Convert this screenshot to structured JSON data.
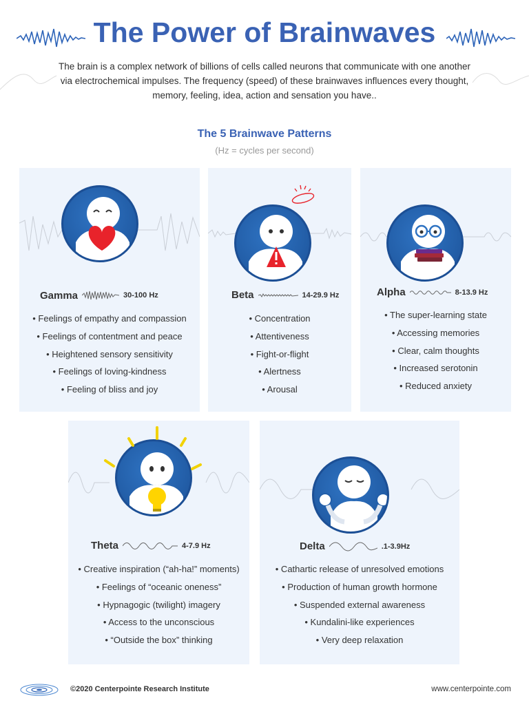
{
  "header": {
    "title": "The Power of Brainwaves",
    "intro": "The brain is a complex network of billions of cells called neurons  that communicate with one another via electrochemical impulses. The frequency (speed) of these brainwaves influences every thought, memory, feeling, idea, action and sensation you have..",
    "colors": {
      "accent": "#3a62b4",
      "card": "#eef4fc",
      "avatar": "#235fa9"
    }
  },
  "section": {
    "title": "The 5 Brainwave Patterns",
    "subtitle": "(Hz = cycles per second)"
  },
  "waves": [
    {
      "name": "Gamma",
      "hz": "30-100 Hz",
      "icon": "heart-icon",
      "bullets": [
        "• Feelings of empathy and compassion",
        "• Feelings of contentment and peace",
        "• Heightened sensory sensitivity",
        "• Feelings of loving-kindness",
        "• Feeling of bliss and joy"
      ]
    },
    {
      "name": "Beta",
      "hz": "14-29.9 Hz",
      "icon": "alert-icon",
      "bullets": [
        "• Concentration",
        "• Attentiveness",
        "• Fight-or-flight",
        "• Alertness",
        "• Arousal"
      ]
    },
    {
      "name": "Alpha",
      "hz": "8-13.9 Hz",
      "icon": "books-glasses-icon",
      "bullets": [
        "• The super-learning state",
        "• Accessing memories",
        "• Clear, calm thoughts",
        "• Increased serotonin",
        "• Reduced anxiety"
      ]
    },
    {
      "name": "Theta",
      "hz": "4-7.9 Hz",
      "icon": "lightbulb-icon",
      "bullets": [
        "• Creative inspiration (“ah-ha!” moments)",
        "• Feelings of “oceanic oneness”",
        "• Hypnagogic (twilight) imagery",
        "• Access to the unconscious",
        "• “Outside the box” thinking"
      ]
    },
    {
      "name": "Delta",
      "hz": ".1-3.9Hz",
      "icon": "meditation-icon",
      "bullets": [
        "• Cathartic release of unresolved emotions",
        "• Production of human growth hormone",
        "• Suspended external awareness",
        "• Kundalini-like experiences",
        "• Very deep relaxation"
      ]
    }
  ],
  "footer": {
    "copyright": "©2020 Centerpointe Research Institute",
    "url": "www.centerpointe.com",
    "logo_icon": "ripple-logo-icon"
  }
}
